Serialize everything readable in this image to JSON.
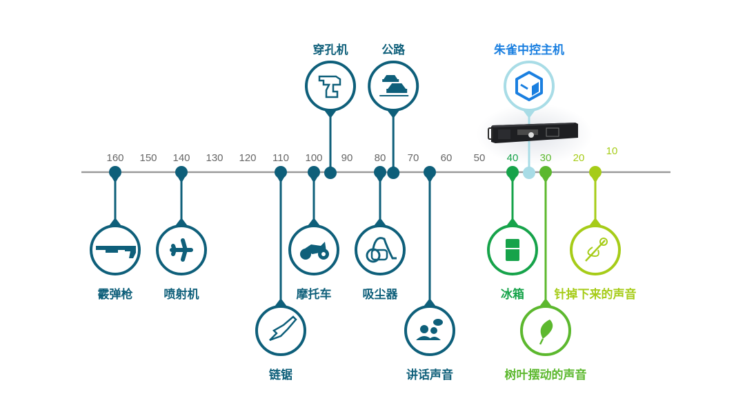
{
  "diagram": {
    "type": "decibel-scale",
    "axis": {
      "ticks": [
        "160",
        "150",
        "140",
        "130",
        "120",
        "110",
        "100",
        "90",
        "80",
        "70",
        "60",
        "50",
        "40",
        "30",
        "20",
        "10"
      ]
    },
    "colors": {
      "teal": "#0e5f7a",
      "green": "#16a34a",
      "lime_green": "#5cb82e",
      "yellow_green": "#a6cc18",
      "light_cyan": "#a8dce6",
      "blue": "#1a7fe0",
      "axis": "#9a9a9a",
      "tick_text": "#666666"
    },
    "items": [
      {
        "id": "shotgun",
        "label": "霰弹枪",
        "db": 160,
        "icon": "shotgun-icon",
        "position": "below",
        "color": "teal"
      },
      {
        "id": "jet",
        "label": "喷射机",
        "db": 140,
        "icon": "airplane-icon",
        "position": "below",
        "color": "teal"
      },
      {
        "id": "chainsaw",
        "label": "链锯",
        "db": 110,
        "icon": "chainsaw-icon",
        "position": "below-far",
        "color": "teal"
      },
      {
        "id": "motorcycle",
        "label": "摩托车",
        "db": 100,
        "icon": "motorcycle-icon",
        "position": "below",
        "color": "teal"
      },
      {
        "id": "drill",
        "label": "穿孔机",
        "db": 95,
        "icon": "drill-icon",
        "position": "above",
        "color": "teal"
      },
      {
        "id": "vacuum",
        "label": "吸尘器",
        "db": 80,
        "icon": "vacuum-icon",
        "position": "below",
        "color": "teal"
      },
      {
        "id": "road",
        "label": "公路",
        "db": 76,
        "icon": "cars-icon",
        "position": "above",
        "color": "teal"
      },
      {
        "id": "speech",
        "label": "讲话声音",
        "db": 65,
        "icon": "people-talking-icon",
        "position": "below-far",
        "color": "teal"
      },
      {
        "id": "fridge",
        "label": "冰箱",
        "db": 40,
        "icon": "refrigerator-icon",
        "position": "below",
        "color": "green"
      },
      {
        "id": "zhuque",
        "label": "朱雀中控主机",
        "db": 35,
        "icon": "cube-logo-icon",
        "position": "above",
        "color": "light_cyan",
        "label_color": "blue"
      },
      {
        "id": "leaves",
        "label": "树叶摆动的声音",
        "db": 30,
        "icon": "leaf-icon",
        "position": "below-far",
        "color": "lime_green"
      },
      {
        "id": "pin",
        "label": "针掉下来的声音",
        "db": 15,
        "icon": "needle-icon",
        "position": "below",
        "color": "yellow_green"
      }
    ]
  }
}
